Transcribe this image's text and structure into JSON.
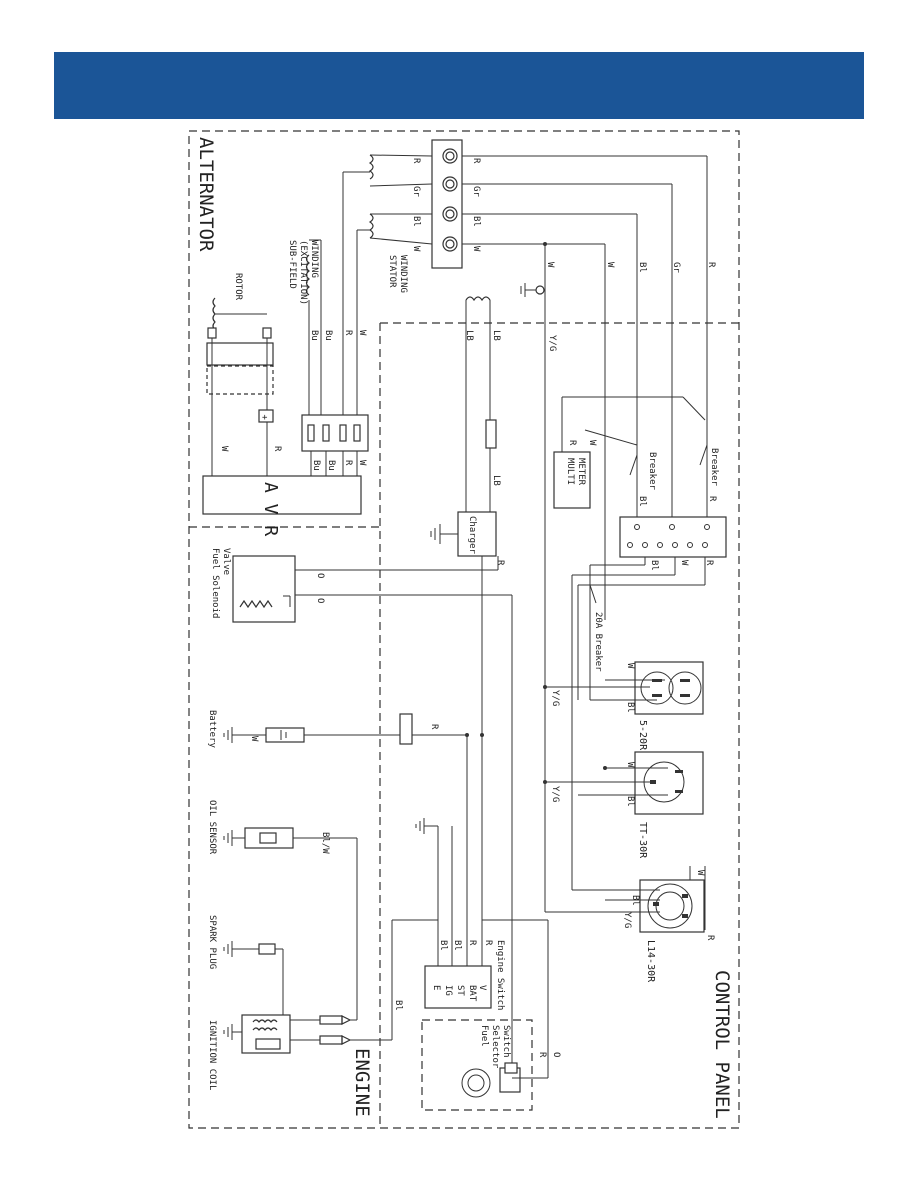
{
  "sections": {
    "alternator": "ALTERNATOR",
    "control_panel": "CONTROL PANEL",
    "engine": "ENGINE"
  },
  "components": {
    "stator_winding": "STATOR\nWINDING",
    "sub_field": "SUB-FIELD\n(EXCITATION)\nWINDING",
    "rotor": "ROTOR",
    "avr": "A V R",
    "fuel_solenoid": "Fuel Solenoid\nValve",
    "battery": "Battery",
    "oil_sensor": "OIL SENSOR",
    "spark_plug": "SPARK PLUG",
    "ignition_coil": "IGNITION COIL",
    "charger": "Charger",
    "multimeter": "MULTI\nMETER",
    "breaker_1": "Breaker",
    "breaker_2": "Breaker",
    "breaker_20a": "20A Breaker",
    "receptacle_5_20r": "5-20R",
    "receptacle_tt_30r": "TT-30R",
    "receptacle_l14_30r": "L14-30R",
    "engine_switch": "Engine Switch",
    "fuel_selector": "Fuel\nSelector\nSwitch",
    "switch_terminals": [
      "V",
      "BAT",
      "ST",
      "IG",
      "E"
    ]
  },
  "wire_labels": {
    "R": "R",
    "Gr": "Gr",
    "Bl": "Bl",
    "W": "W",
    "YG": "Y/G",
    "LB": "LB",
    "Bu": "Bu",
    "BW": "Bl/W",
    "O": "O"
  },
  "colors": {
    "banner": "#1b5597"
  }
}
